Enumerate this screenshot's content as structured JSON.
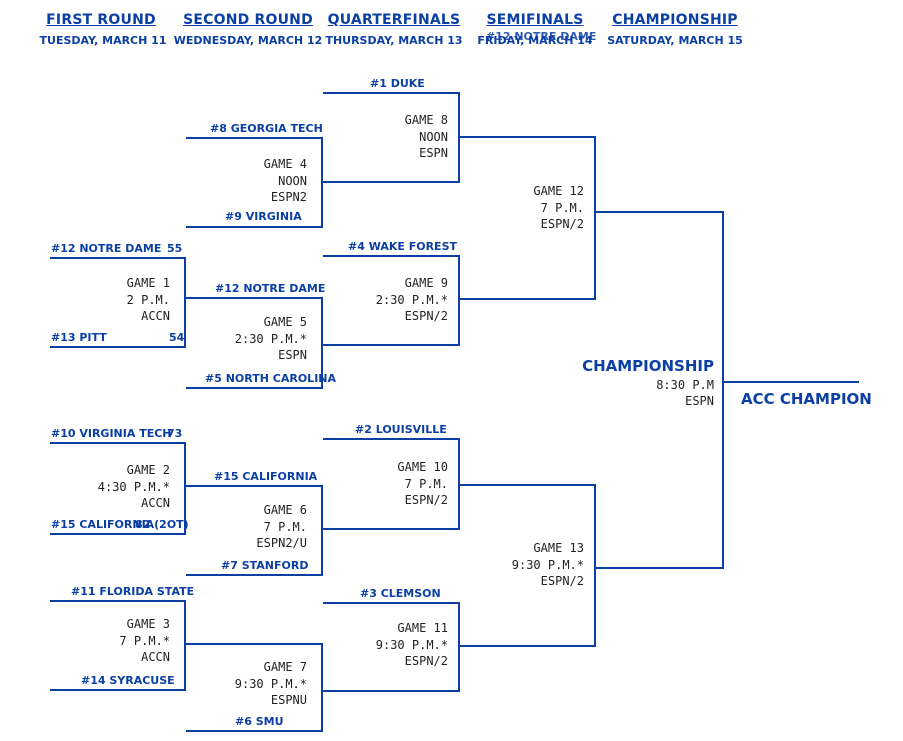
{
  "headers": [
    {
      "title": "FIRST ROUND",
      "date": "TUESDAY, MARCH 11"
    },
    {
      "title": "SECOND ROUND",
      "date": "WEDNESDAY, MARCH 12"
    },
    {
      "title": "QUARTERFINALS",
      "date": "THURSDAY, MARCH 13"
    },
    {
      "title": "SEMIFINALS",
      "date": "FRIDAY, MARCH 14"
    },
    {
      "title": "CHAMPIONSHIP",
      "date": "SATURDAY, MARCH 15"
    }
  ],
  "overlay_text": "#12 NOTRE DAME",
  "teams": {
    "t1": "#1 DUKE",
    "t8": "#8 GEORGIA TECH",
    "t9": "#9 VIRGINIA",
    "t12a": "#12 NOTRE DAME",
    "t12a_score": "55",
    "t13": "#13 PITT",
    "t13_score": "54",
    "t4": "#4 WAKE FOREST",
    "t12b": "#12 NOTRE DAME",
    "t5": "#5 NORTH CAROLINA",
    "t10": "#10 VIRGINIA TECH",
    "t10_score": "73",
    "t15a": "#15 CALIFORNIA",
    "t15a_score": "82 (2OT)",
    "t2": "#2 LOUISVILLE",
    "t15b": "#15 CALIFORNIA",
    "t7": "#7 STANFORD",
    "t11": "#11 FLORIDA STATE",
    "t14": "#14 SYRACUSE",
    "t3": "#3 CLEMSON",
    "t6": "#6 SMU"
  },
  "games": {
    "g1": {
      "name": "GAME 1",
      "time": "2 P.M.",
      "tv": "ACCN"
    },
    "g2": {
      "name": "GAME 2",
      "time": "4:30 P.M.*",
      "tv": "ACCN"
    },
    "g3": {
      "name": "GAME 3",
      "time": "7 P.M.*",
      "tv": "ACCN"
    },
    "g4": {
      "name": "GAME 4",
      "time": "NOON",
      "tv": "ESPN2"
    },
    "g5": {
      "name": "GAME 5",
      "time": "2:30 P.M.*",
      "tv": "ESPN"
    },
    "g6": {
      "name": "GAME 6",
      "time": "7 P.M.",
      "tv": "ESPN2/U"
    },
    "g7": {
      "name": "GAME 7",
      "time": "9:30 P.M.*",
      "tv": "ESPNU"
    },
    "g8": {
      "name": "GAME 8",
      "time": "NOON",
      "tv": "ESPN"
    },
    "g9": {
      "name": "GAME 9",
      "time": "2:30 P.M.*",
      "tv": "ESPN/2"
    },
    "g10": {
      "name": "GAME 10",
      "time": "7 P.M.",
      "tv": "ESPN/2"
    },
    "g11": {
      "name": "GAME 11",
      "time": "9:30 P.M.*",
      "tv": "ESPN/2"
    },
    "g12": {
      "name": "GAME 12",
      "time": "7 P.M.",
      "tv": "ESPN/2"
    },
    "g13": {
      "name": "GAME 13",
      "time": "9:30 P.M.*",
      "tv": "ESPN/2"
    }
  },
  "championship": {
    "label": "CHAMPIONSHIP",
    "time": "8:30 P.M",
    "tv": "ESPN"
  },
  "champion_label": "ACC CHAMPION",
  "colors": {
    "accent": "#0b3fa3",
    "text": "#222222"
  }
}
